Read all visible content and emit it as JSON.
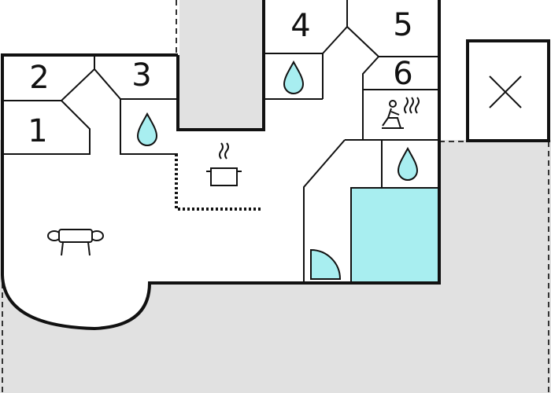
{
  "floorplan": {
    "rooms": [
      {
        "number": "1"
      },
      {
        "number": "2"
      },
      {
        "number": "3"
      },
      {
        "number": "4"
      },
      {
        "number": "5"
      },
      {
        "number": "6"
      }
    ],
    "icons": {
      "bathroom": "water-drop-icon",
      "sauna": "sauna-icon",
      "kitchen": "cooking-pot-icon",
      "living": "sofa-icon",
      "shower": "shower-quarter-circle-icon",
      "pool": "pool-icon",
      "unknown": "x-box-icon"
    },
    "colors": {
      "wall": "#111111",
      "outside": "#e1e1e1",
      "water": "#a8eef0",
      "floor": "#ffffff"
    }
  }
}
